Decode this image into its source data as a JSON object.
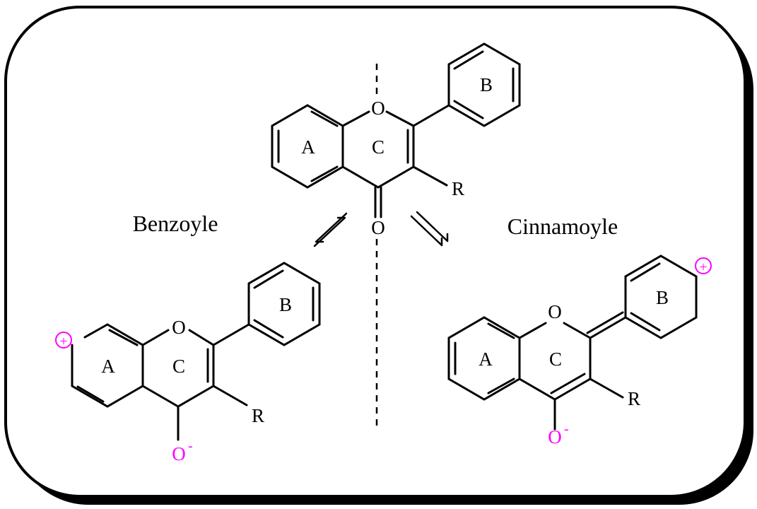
{
  "labels": {
    "benzoyle": "Benzoyle",
    "cinnamoyle": "Cinnamoyle"
  },
  "top_structure": {
    "ring_a": "A",
    "ring_c": "C",
    "ring_b": "B",
    "ring_oxygen": "O",
    "carbonyl_oxygen": "O",
    "substituent": "R"
  },
  "left_structure": {
    "ring_a": "A",
    "ring_c": "C",
    "ring_b": "B",
    "ring_oxygen": "O",
    "substituent": "R",
    "oxide": "O",
    "oxide_charge": "-",
    "cation": "+"
  },
  "right_structure": {
    "ring_a": "A",
    "ring_c": "C",
    "ring_b": "B",
    "ring_oxygen": "O",
    "substituent": "R",
    "oxide": "O",
    "oxide_charge": "-",
    "cation": "+"
  },
  "colors": {
    "bonds": "#000000",
    "charges": "#ff00ff",
    "frame": "#000000"
  }
}
